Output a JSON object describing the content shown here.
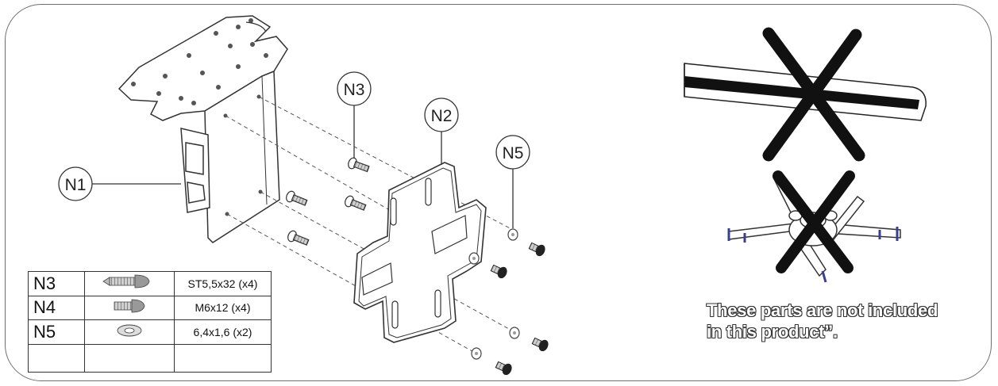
{
  "callouts": [
    "N1",
    "N2",
    "N3",
    "N5"
  ],
  "parts_table": {
    "rows": [
      {
        "code": "N3",
        "icon": "self-tapping-screw-icon",
        "spec": "ST5,5x32 (x4)"
      },
      {
        "code": "N4",
        "icon": "machine-screw-icon",
        "spec": "M6x12 (x4)"
      },
      {
        "code": "N5",
        "icon": "washer-icon",
        "spec": "6,4x1,6 (x2)"
      },
      {
        "code": "",
        "icon": "",
        "spec": ""
      }
    ]
  },
  "note": {
    "line1": "These parts are not included",
    "line2": "in this product”."
  },
  "colors": {
    "line": "#333333",
    "cross": "#111111",
    "accent": "#3b3f8f"
  }
}
